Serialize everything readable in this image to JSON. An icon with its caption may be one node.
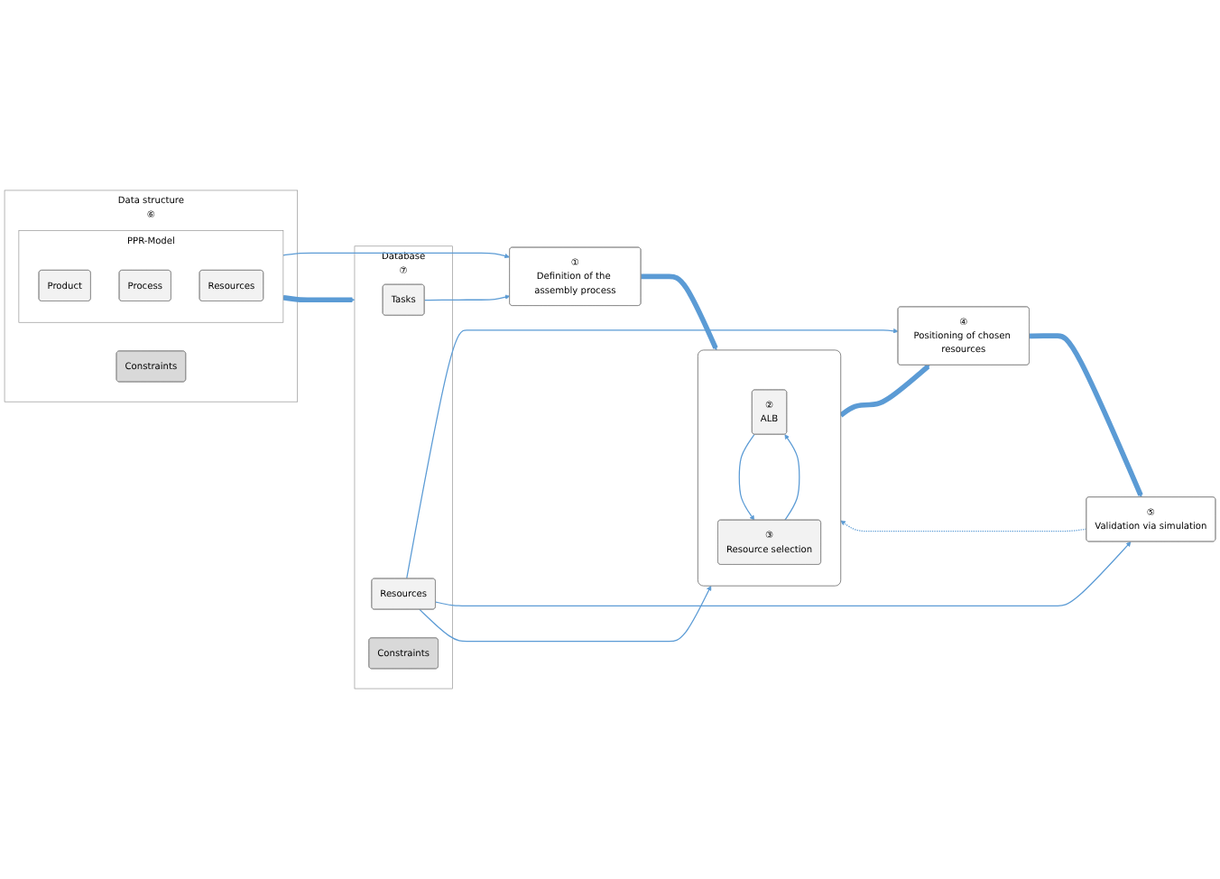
{
  "diagram": {
    "nodes": [
      {
        "text": [
          "Data structure",
          "⑥"
        ]
      },
      {
        "text": [
          "PPR-Model"
        ],
        "in": 0
      },
      {
        "text": [
          "Product"
        ],
        "in": 1
      },
      {
        "text": [
          "Process"
        ],
        "in": 1
      },
      {
        "text": [
          "Resources"
        ],
        "in": 1
      },
      {
        "text": [
          "Constraints"
        ],
        "in": 0
      },
      {
        "text": [
          "Database",
          "⑦"
        ]
      },
      {
        "text": [
          "Tasks"
        ],
        "in": 6
      },
      {
        "text": [
          "Resources"
        ],
        "in": 6
      },
      {
        "text": [
          "Constraints"
        ],
        "in": 6
      },
      {
        "text": [
          "①",
          "Definition of the assembly process"
        ]
      },
      {
        "text": [],
        "shape": "box"
      },
      {
        "text": [
          "②",
          "ALB"
        ],
        "in": 11
      },
      {
        "text": [
          "③",
          "Resource selection"
        ],
        "in": 11
      },
      {
        "text": [
          "④",
          "Positioning of chosen resources"
        ]
      },
      {
        "text": [
          "⑤",
          "Validation via simulation"
        ]
      }
    ],
    "edges": [
      {
        "from": 1,
        "to": 10,
        "arrow": "to"
      },
      {
        "from": 1,
        "to": 6,
        "arrow": "to",
        "style": "thick"
      },
      {
        "from": 7,
        "to": 10,
        "arrow": "to"
      },
      {
        "from": 10,
        "to": 11,
        "arrow": "to",
        "style": "thick"
      },
      {
        "from": 8,
        "to": 11,
        "arrow": "to"
      },
      {
        "from": 12,
        "to": 13,
        "arrow": "to"
      },
      {
        "from": 13,
        "to": 12,
        "arrow": "to"
      },
      {
        "from": 11,
        "to": 14,
        "arrow": "to",
        "style": "thick"
      },
      {
        "from": 8,
        "to": 14,
        "arrow": "to"
      },
      {
        "from": 14,
        "to": 15,
        "arrow": "to",
        "style": "thick"
      },
      {
        "from": 8,
        "to": 15,
        "arrow": "to"
      },
      {
        "from": 15,
        "to": 11,
        "arrow": "to",
        "style": "dashed"
      }
    ]
  }
}
